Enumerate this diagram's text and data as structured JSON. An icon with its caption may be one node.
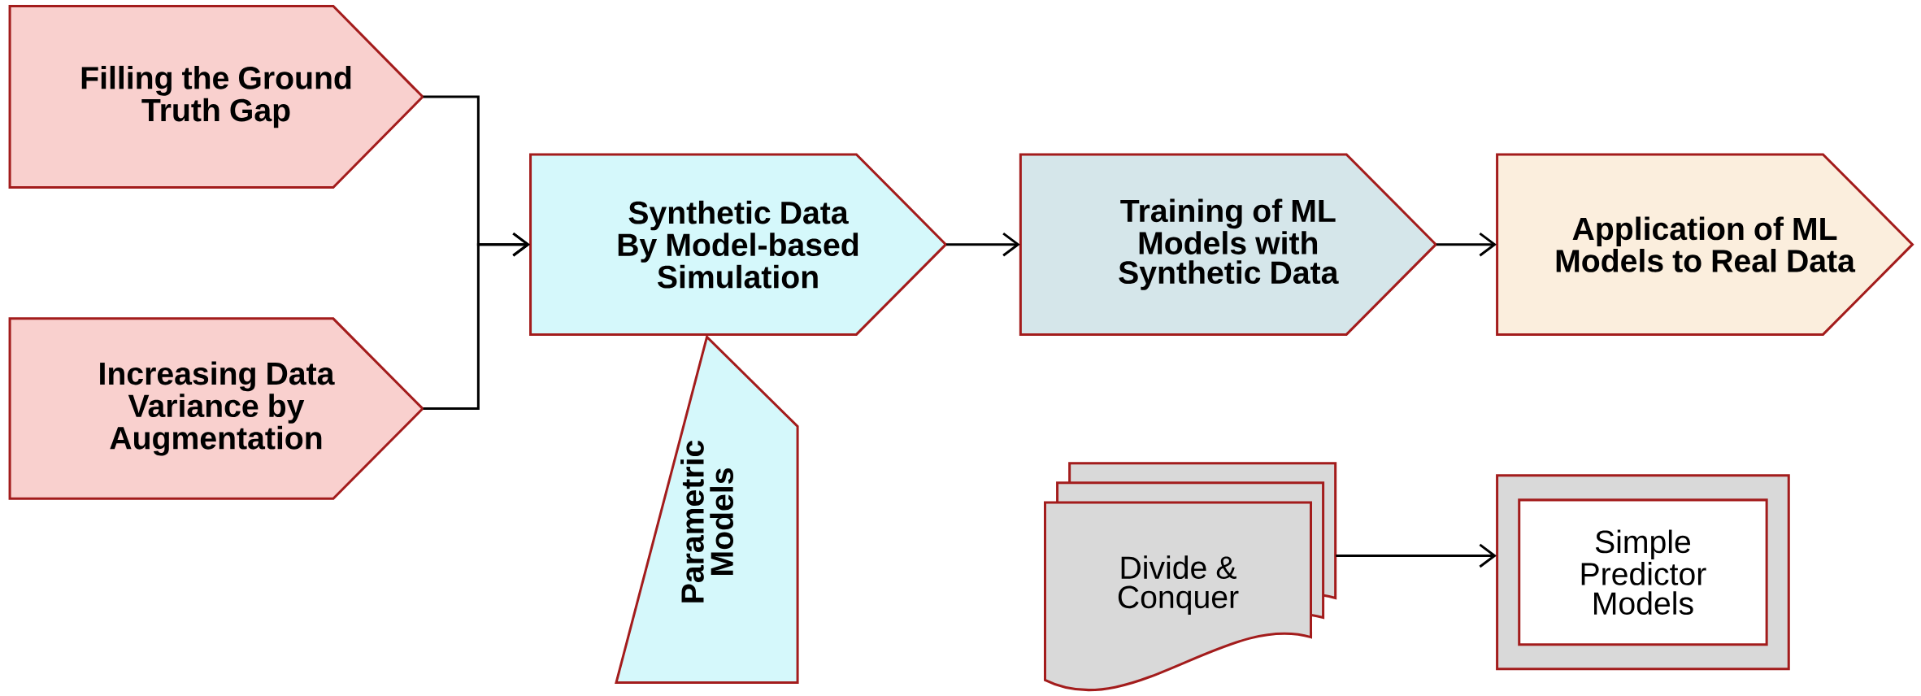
{
  "diagram": {
    "nodes": [
      {
        "text": [
          "Filling the Ground Truth Gap"
        ]
      },
      {
        "text": [
          "Increasing Data Variance by Augmentation"
        ]
      },
      {
        "text": [
          "Synthetic Data By Model-based Simulation"
        ]
      },
      {
        "text": [
          "Parametric Models"
        ]
      },
      {
        "text": [
          "Training of ML Models with Synthetic Data"
        ]
      },
      {
        "text": [
          "Application of ML Models to Real Data"
        ]
      },
      {
        "text": [
          "Divide & Conquer"
        ]
      },
      {
        "text": [
          "Simple Predictor Models"
        ]
      }
    ],
    "edges": [
      {
        "from": 0,
        "to": 2,
        "arrow": "to"
      },
      {
        "from": 1,
        "to": 2,
        "arrow": "to"
      },
      {
        "from": 2,
        "to": 4,
        "arrow": "to"
      },
      {
        "from": 4,
        "to": 5,
        "arrow": "to"
      },
      {
        "from": 6,
        "to": 7,
        "arrow": "to"
      }
    ]
  }
}
